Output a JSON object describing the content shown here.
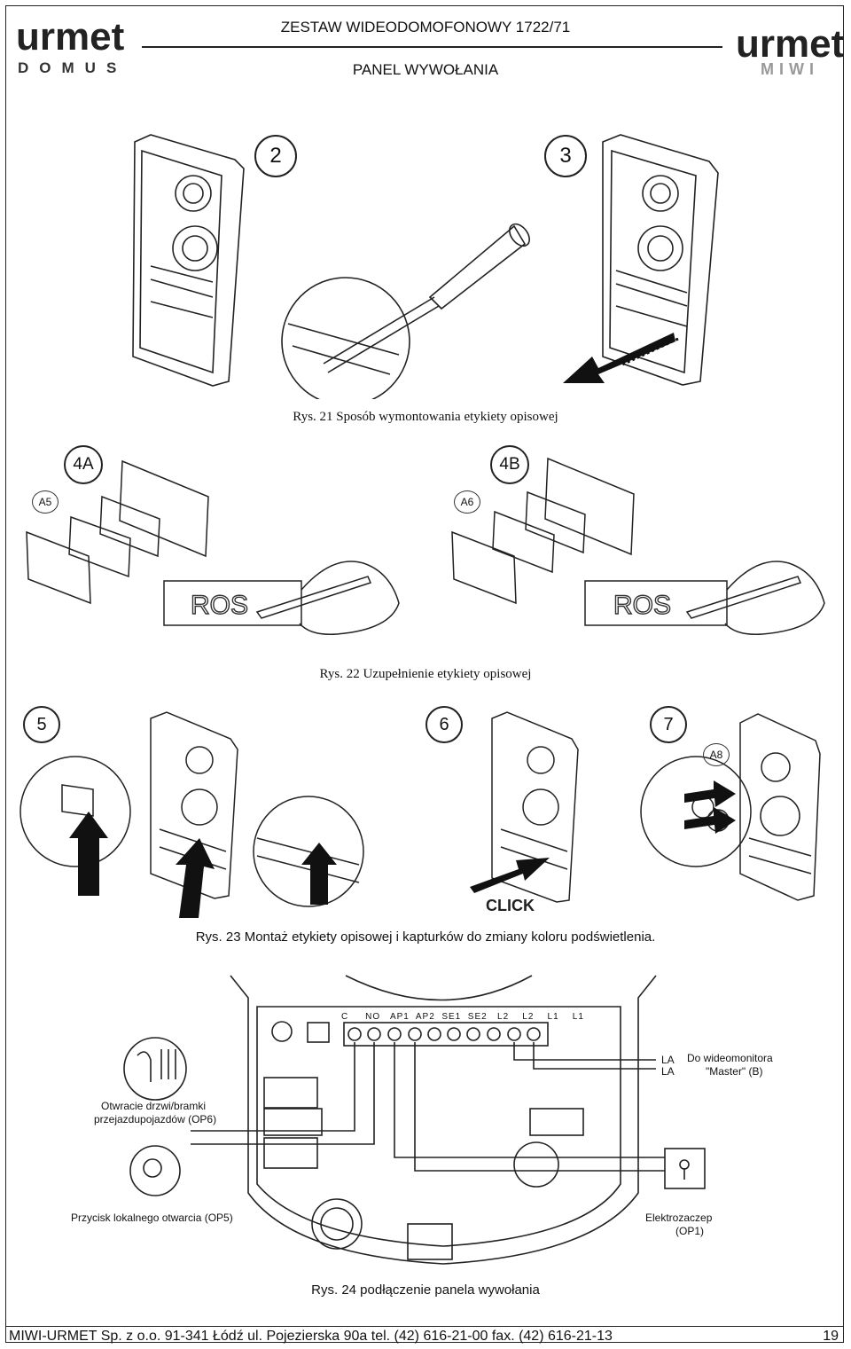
{
  "header": {
    "title": "ZESTAW WIDEODOMOFONOWY 1722/71",
    "subtitle": "PANEL WYWOŁANIA",
    "logo_left": {
      "brand": "urmet",
      "sub": "DOMUS"
    },
    "logo_right": {
      "brand": "urmet",
      "sub": "MIWI"
    }
  },
  "figures": {
    "fig21": {
      "caption": "Rys. 21 Sposób wymontowania etykiety opisowej",
      "steps": [
        "2",
        "3"
      ]
    },
    "fig22": {
      "caption": "Rys. 22 Uzupełnienie etykiety opisowej",
      "steps": [
        "4A",
        "4B"
      ],
      "labels": [
        "A5",
        "A6"
      ],
      "label_text": "ROS"
    },
    "fig23": {
      "caption": "Rys. 23 Montaż etykiety opisowej i kapturków do zmiany koloru podświetlenia.",
      "steps": [
        "5",
        "6",
        "7"
      ],
      "labels": [
        "A8"
      ],
      "click": "CLICK"
    },
    "fig24": {
      "caption": "Rys. 24 podłączenie panela wywołania",
      "terminals": [
        "C",
        "NO",
        "AP1",
        "AP2",
        "SE1",
        "SE2",
        "L2",
        "L2",
        "L1",
        "L1"
      ],
      "la1": "LA",
      "la2": "LA",
      "monitor_1": "Do wideomonitora",
      "monitor_2": "\"Master\" (B)",
      "op6_1": "Otwracie drzwi/bramki",
      "op6_2": "przejazdupojazdów (OP6)",
      "op5": "Przycisk lokalnego otwarcia (OP5)",
      "op1_1": "Elektrozaczep",
      "op1_2": "(OP1)"
    }
  },
  "footer": {
    "text": "MIWI-URMET Sp. z o.o.  91-341 Łódź ul. Pojezierska 90a  tel. (42) 616-21-00  fax. (42) 616-21-13",
    "page": "19"
  }
}
